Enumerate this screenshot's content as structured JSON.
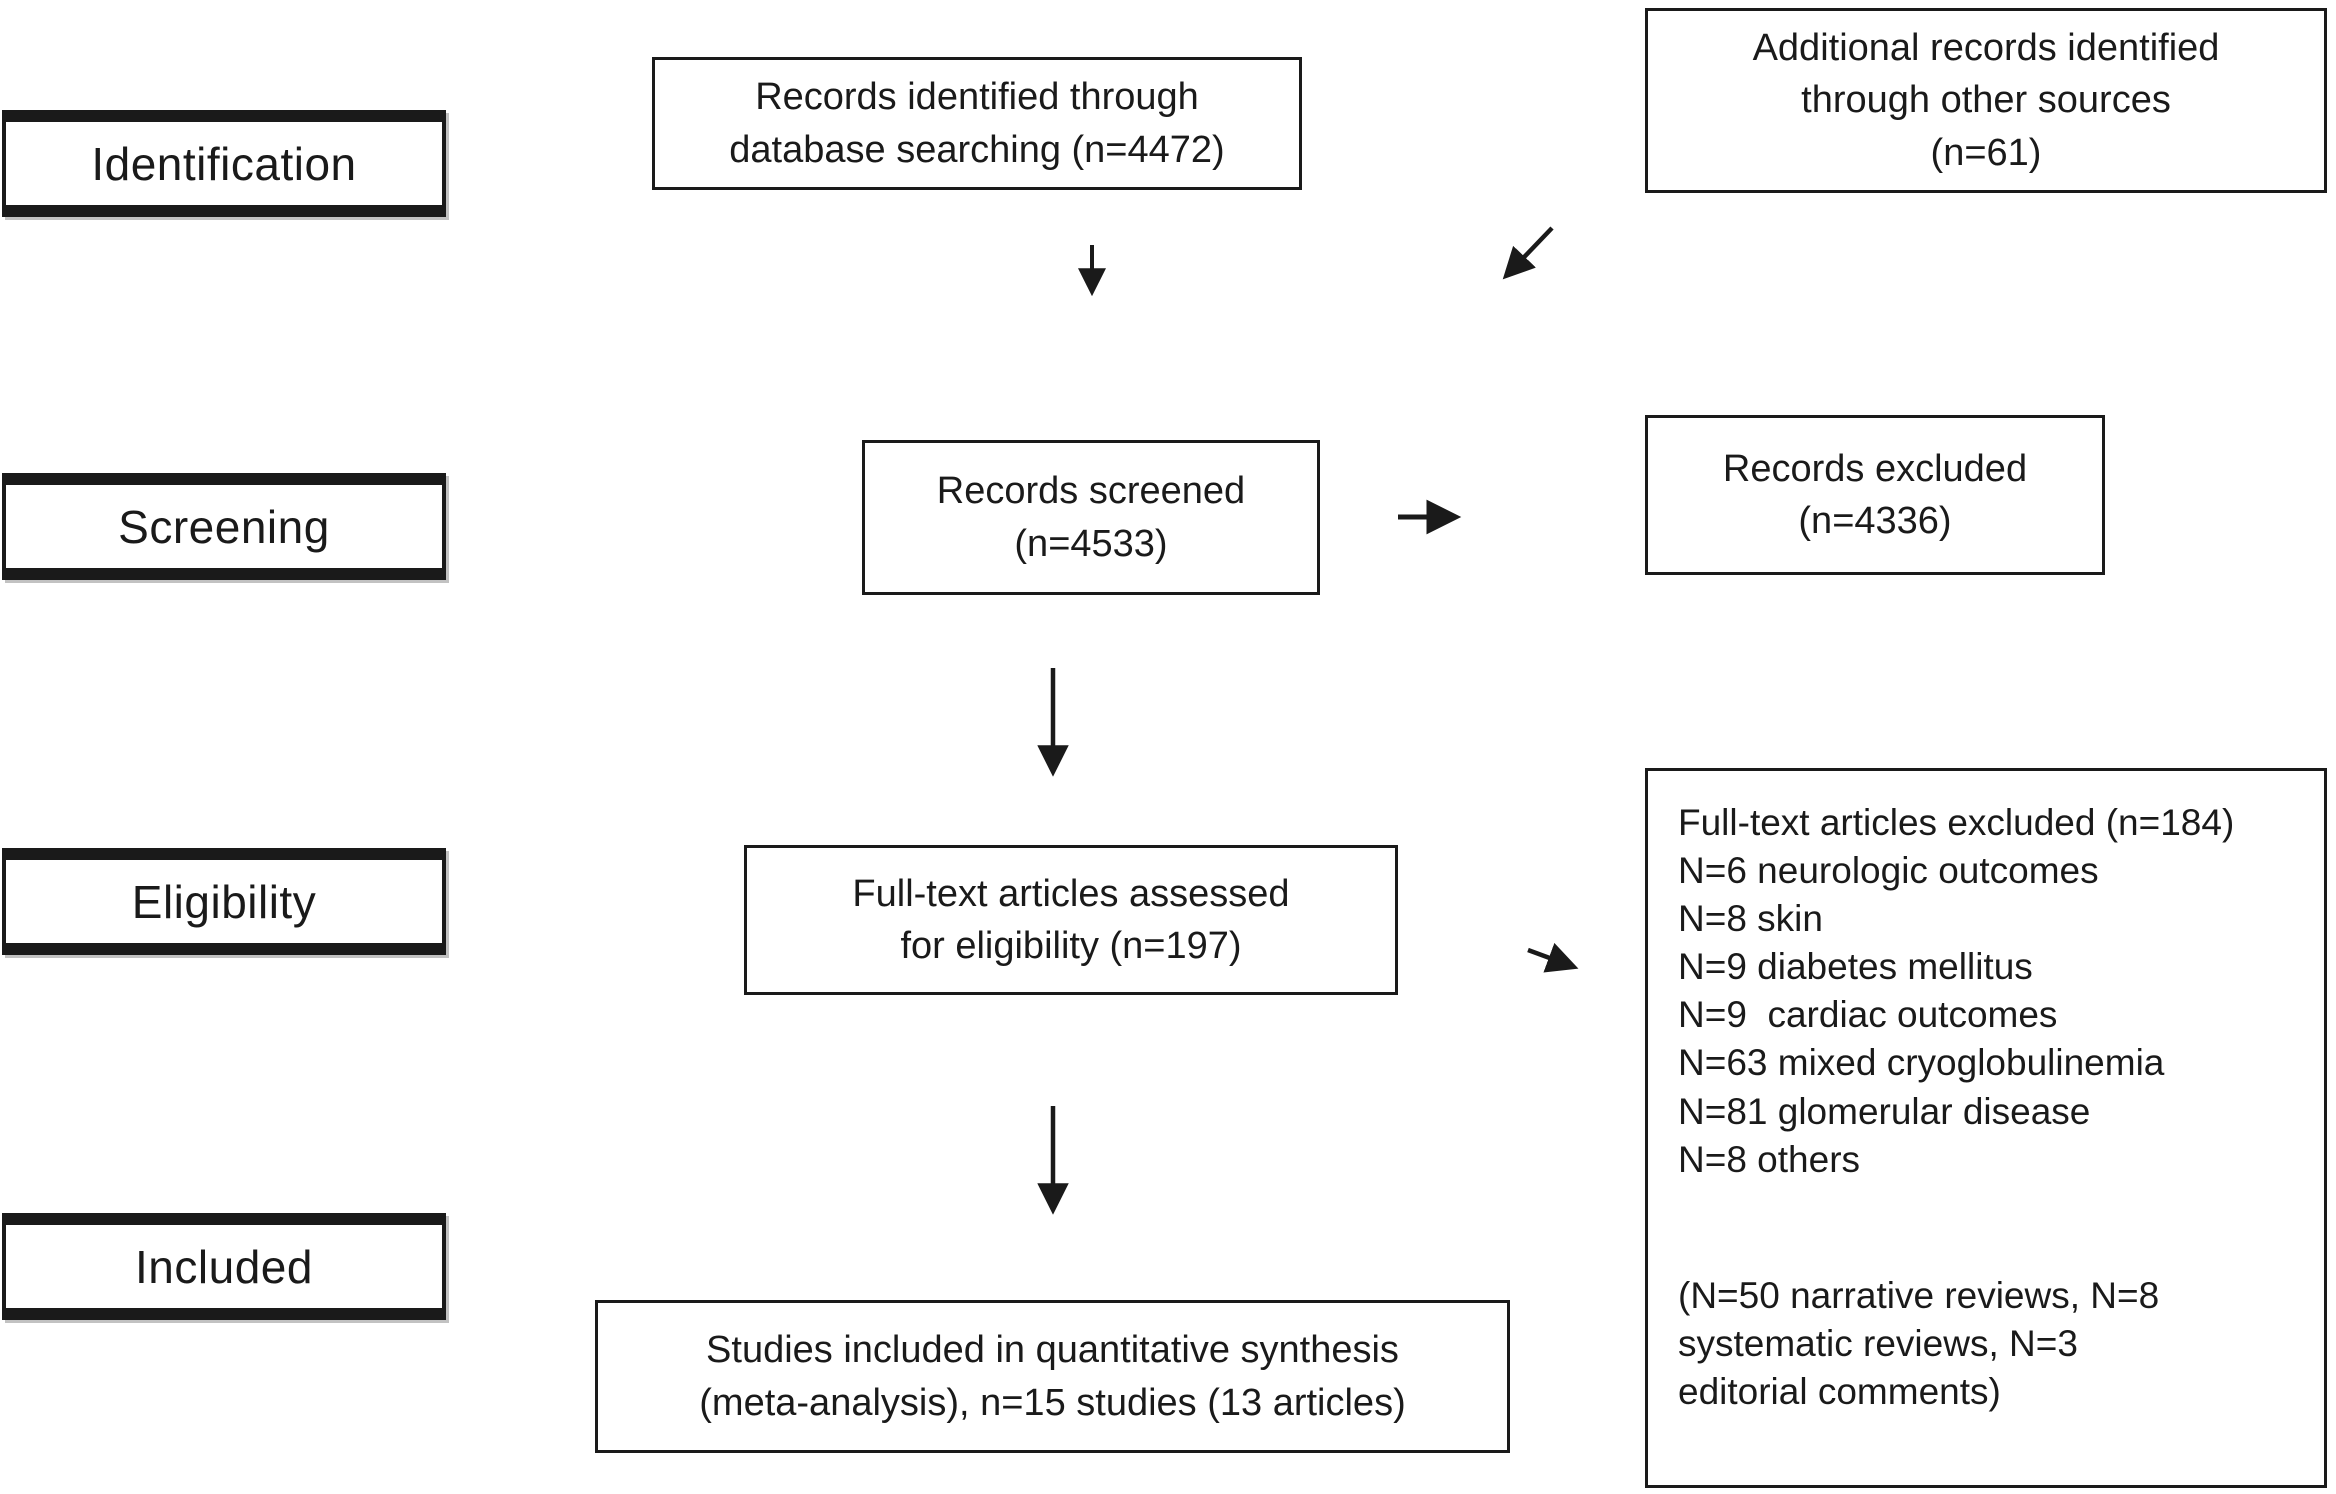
{
  "stage_labels": {
    "identification": "Identification",
    "screening": "Screening",
    "eligibility": "Eligibility",
    "included": "Included"
  },
  "flow": {
    "records_identified": "Records identified through\ndatabase searching (n=4472)",
    "additional_records": "Additional records identified\nthrough other sources\n(n=61)",
    "records_screened": "Records screened\n(n=4533)",
    "records_excluded": "Records excluded\n(n=4336)",
    "fulltext_assessed": "Full-text articles assessed\nfor eligibility (n=197)",
    "studies_included": "Studies included in quantitative synthesis\n(meta-analysis), n=15 studies (13 articles)"
  },
  "fulltext_excluded": {
    "title": "Full-text articles excluded (n=184)",
    "items": [
      "N=6 neurologic outcomes",
      "N=8 skin",
      "N=9 diabetes mellitus",
      "N=9  cardiac outcomes",
      "N=63 mixed cryoglobulinemia",
      "N=81 glomerular disease",
      "N=8 others"
    ],
    "note": "(N=50 narrative reviews, N=8\nsystematic reviews, N=3\neditorial comments)"
  },
  "colors": {
    "ink": "#1a1a1a",
    "background": "#ffffff"
  }
}
